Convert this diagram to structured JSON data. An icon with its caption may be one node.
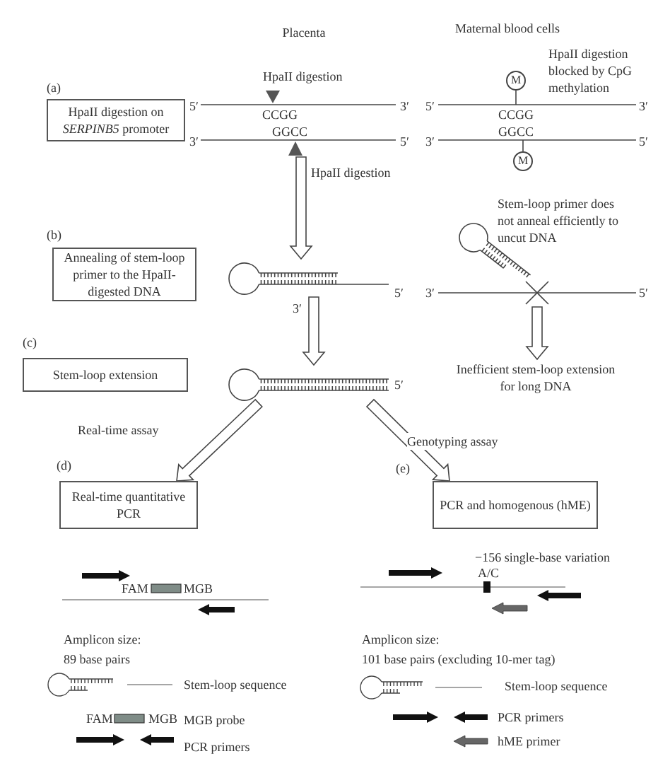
{
  "diagram": {
    "nodes": [
      {
        "text": [
          "HpaII digestion on *SERPINB5* promoter"
        ]
      },
      {
        "text": [],
        "shape": "picture"
      },
      {
        "text": [],
        "shape": "picture"
      },
      {
        "text": [
          "M"
        ],
        "in": 2
      },
      {
        "text": [
          "M"
        ],
        "in": 2
      },
      {
        "text": [
          "Annealing of stem-loop primer to the HpaII-digested DNA"
        ]
      },
      {
        "text": [],
        "shape": "picture"
      },
      {
        "text": [],
        "shape": "picture"
      },
      {
        "text": [
          "Stem-loop extension"
        ]
      },
      {
        "text": [],
        "shape": "picture"
      },
      {
        "text": [
          "Inefficient stem-loop extension for long DNA"
        ]
      },
      {
        "text": [
          "Real-time quantitative PCR"
        ]
      },
      {
        "text": [
          "PCR and homogenous (hME)"
        ]
      }
    ],
    "edges": [
      {
        "from": 1,
        "to": 6,
        "arrow": "to"
      },
      {
        "from": 6,
        "to": 9,
        "arrow": "to"
      },
      {
        "from": 7,
        "to": 10,
        "arrow": "to"
      },
      {
        "from": 9,
        "to": 11,
        "arrow": "to",
        "label": "Real-time assay"
      },
      {
        "from": 9,
        "to": 12,
        "arrow": "to",
        "label": "Genotyping assay"
      }
    ],
    "labels": [
      "Placenta",
      "Maternal blood cells",
      "(a)",
      "HpaII digestion",
      "5′",
      "3′",
      "CCGG",
      "3′",
      "GGCC",
      "5′",
      "HpaII digestion",
      "5′",
      "3′",
      "CCGG",
      "3′",
      "GGCC",
      "5′",
      "HpaII digestion blocked by CpG methylation",
      "(b)",
      "Stem-loop primer does not anneal efficiently to uncut DNA",
      "5′",
      "3′",
      "3′",
      "5′",
      "(c)",
      "5′",
      "(d)",
      "(e)",
      "FAM",
      "MGB",
      "−156 single-base variation",
      "A/C",
      "Amplicon size:",
      "89 base pairs",
      "Amplicon size:",
      "101 base pairs (excluding 10-mer tag)",
      "Stem-loop sequence",
      "FAM",
      "MGB",
      "MGB probe",
      "PCR primers",
      "Stem-loop sequence",
      "PCR primers",
      "hME primer"
    ]
  }
}
